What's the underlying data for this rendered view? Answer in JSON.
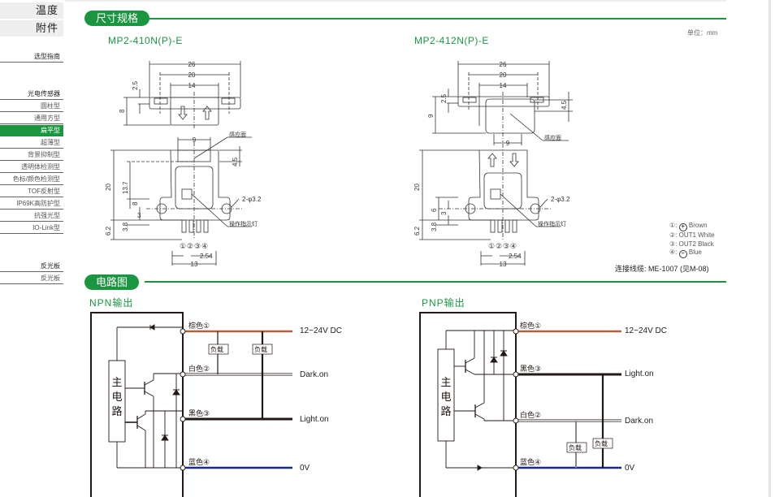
{
  "sidebar": {
    "top_items": [
      "温度",
      "附件"
    ],
    "selection_guide": "选型指南",
    "groups": [
      {
        "heading": "光电传感器",
        "items": [
          {
            "label": "圆柱型",
            "active": false
          },
          {
            "label": "通用方型",
            "active": false
          },
          {
            "label": "扁平型",
            "active": true
          },
          {
            "label": "超薄型",
            "active": false
          },
          {
            "label": "背景抑制型",
            "active": false
          },
          {
            "label": "透明体检测型",
            "active": false
          },
          {
            "label": "色标/颜色检测型",
            "active": false
          },
          {
            "label": "TOF反射型",
            "active": false
          },
          {
            "label": "IP69K高防护型",
            "active": false
          },
          {
            "label": "抗强光型",
            "active": false
          },
          {
            "label": "IO-Link型",
            "active": false
          }
        ]
      },
      {
        "heading": "反光板",
        "items": [
          {
            "label": "反光板",
            "active": false
          }
        ]
      }
    ]
  },
  "dimensions_section": {
    "title": "尺寸规格",
    "unit_label": "单位：mm",
    "models": [
      {
        "name": "MP2-410N(P)-E",
        "top_view": {
          "overall_width": "26",
          "hole_pitch": "20",
          "body_width": "14",
          "flange": "2.5",
          "height": "8"
        },
        "front_view": {
          "window_width": "9",
          "window_height": "4.5",
          "sensing_face_label": "感应面",
          "height": "20",
          "center_height": "13.7",
          "tab_height": "8",
          "tab_offset": "3",
          "pin_offset": "3.8",
          "pin_length": "6.2",
          "hole_label": "2-φ3.2",
          "indicator_label": "操作指示灯",
          "pin_pitch": "2.54",
          "pin_span": "13",
          "pins": [
            "①",
            "②",
            "③",
            "④"
          ]
        }
      },
      {
        "name": "MP2-412N(P)-E",
        "top_view": {
          "overall_width": "26",
          "hole_pitch": "20",
          "body_width": "14",
          "flange": "2.5",
          "height": "9",
          "window_height": "4.5",
          "window_width": "9",
          "sensing_face_label": "感应面"
        },
        "front_view": {
          "height": "20",
          "tab_height": "6",
          "tab_offset": "3",
          "pin_offset": "3.8",
          "pin_length": "6.2",
          "hole_label": "2-φ3.2",
          "indicator_label": "操作指示灯",
          "pin_pitch": "2.54",
          "pin_span": "13",
          "pins": [
            "①",
            "②",
            "③",
            "④"
          ]
        }
      }
    ],
    "pin_legend": [
      {
        "num": "①",
        "symbol": "+",
        "text": "Brown"
      },
      {
        "num": "②",
        "symbol": "",
        "text": "OUT1  White"
      },
      {
        "num": "③",
        "symbol": "",
        "text": "OUT2  Black"
      },
      {
        "num": "④",
        "symbol": "−",
        "text": "Blue"
      }
    ],
    "cable_note": "连接线缆: ME-1007 (见M-08)"
  },
  "circuit_section": {
    "title": "电路图",
    "main_circuit_label": "主电路",
    "load_label": "负载",
    "npn": {
      "title": "NPN输出",
      "wires": [
        {
          "label": "棕色①",
          "signal": "12~24V DC",
          "color": "#b5603a"
        },
        {
          "label": "白色②",
          "signal": "Dark.on",
          "color": "#ffffff"
        },
        {
          "label": "黑色③",
          "signal": "Light.on",
          "color": "#231815"
        },
        {
          "label": "蓝色④",
          "signal": "0V",
          "color": "#1a2a8a"
        }
      ]
    },
    "pnp": {
      "title": "PNP输出",
      "wires": [
        {
          "label": "棕色①",
          "signal": "12~24V DC",
          "color": "#b5603a"
        },
        {
          "label": "黑色③",
          "signal": "Light.on",
          "color": "#231815"
        },
        {
          "label": "白色②",
          "signal": "Dark.on",
          "color": "#ffffff"
        },
        {
          "label": "蓝色④",
          "signal": "0V",
          "color": "#1a2a8a"
        }
      ]
    }
  },
  "colors": {
    "accent": "#1a9641",
    "brown_wire": "#b5603a",
    "blue_wire": "#1a2a8a",
    "black_wire": "#231815"
  }
}
